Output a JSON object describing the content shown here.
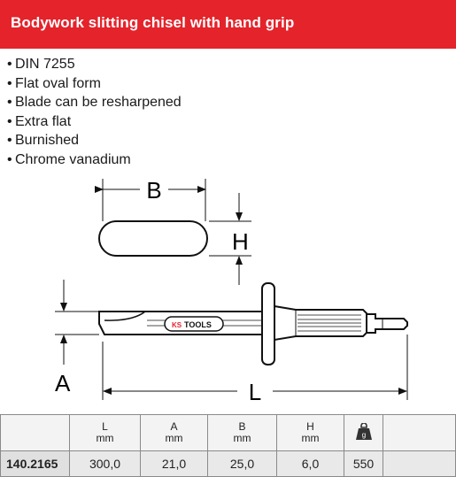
{
  "header": {
    "title": "Bodywork slitting chisel with hand grip",
    "bg_color": "#e4232b"
  },
  "features": [
    "DIN 7255",
    "Flat oval form",
    "Blade can be resharpened",
    "Extra flat",
    "Burnished",
    "Chrome vanadium"
  ],
  "drawing": {
    "dim_b": "B",
    "dim_h": "H",
    "dim_a": "A",
    "dim_l": "L",
    "logo_text": "TOOLS",
    "logo_prefix": "KS"
  },
  "table": {
    "columns": [
      {
        "label": "L",
        "unit": "mm"
      },
      {
        "label": "A",
        "unit": "mm"
      },
      {
        "label": "B",
        "unit": "mm"
      },
      {
        "label": "H",
        "unit": "mm"
      }
    ],
    "weight_icon": "weight-icon",
    "weight_icon_letter": "g",
    "row": {
      "article": "140.2165",
      "values": [
        "300,0",
        "21,0",
        "25,0",
        "6,0",
        "550"
      ]
    }
  }
}
